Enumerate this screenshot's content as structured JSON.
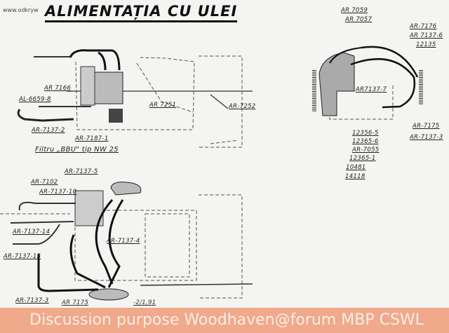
{
  "title": "ALIMENTAȚIA CU ULEI",
  "source_watermark": "www.odkryw",
  "top_left_labels": {
    "ar7166": "AR 7166",
    "al6659": "AL-6659-8",
    "ar7251": "AR 7251",
    "ar7252": "AR-7252",
    "ar7137_2": "AR-7137-2",
    "ar7187_1": "AR-7187-1",
    "filter": "Filtru „BBU\" tip NW 25"
  },
  "right_labels": {
    "ar7059": "AR 7059",
    "ar7057": "AR 7057",
    "ar7176": "AR-7176",
    "ar7137_6": "AR 7137-6",
    "n12135": "12135",
    "ar7137_7": "AR7137-7",
    "ar7175": "AR-7175",
    "ar7137_3": "AR-7137-3",
    "n12356_5": "12356-5",
    "n12365_6": "12365-6",
    "ar7055": "AR-7055",
    "n12365_1": "12365-1",
    "n10481": "10481",
    "n14118": "14118"
  },
  "bottom_left_labels": {
    "ar7137_5": "AR-7137-5",
    "ar7102": "AR-7102",
    "ar7137_10": "AR-7137-10",
    "ar7137_14": "AR-7137-14",
    "ar7137_15": "AR-7137-15",
    "ar7137_4": "AR-7137-4",
    "ar7137_3": "AR-7137-3",
    "ar7175": "AR 7175",
    "illegible": "-2/1,91"
  },
  "banner_text": "Discussion purpose Woodhaven@forum MBP CSWL"
}
